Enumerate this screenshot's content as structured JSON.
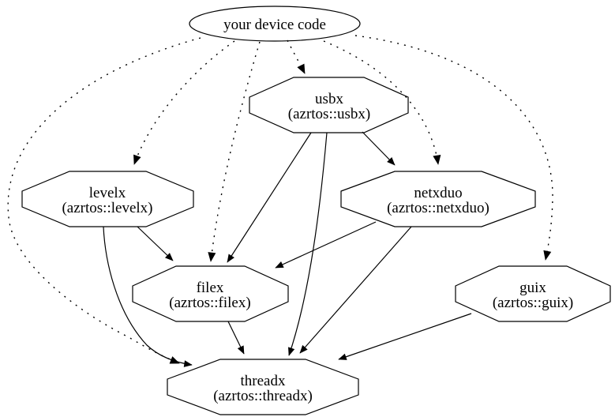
{
  "diagram": {
    "type": "dependency-graph",
    "background_color": "#ffffff",
    "line_color": "#000000",
    "nodes": {
      "device": {
        "label": "your device code",
        "shape": "ellipse"
      },
      "usbx": {
        "title": "usbx",
        "subtitle": "(azrtos::usbx)",
        "shape": "octagon"
      },
      "levelx": {
        "title": "levelx",
        "subtitle": "(azrtos::levelx)",
        "shape": "octagon"
      },
      "netxduo": {
        "title": "netxduo",
        "subtitle": "(azrtos::netxduo)",
        "shape": "octagon"
      },
      "filex": {
        "title": "filex",
        "subtitle": "(azrtos::filex)",
        "shape": "octagon"
      },
      "guix": {
        "title": "guix",
        "subtitle": "(azrtos::guix)",
        "shape": "octagon"
      },
      "threadx": {
        "title": "threadx",
        "subtitle": "(azrtos::threadx)",
        "shape": "octagon"
      }
    },
    "edges": [
      {
        "from": "your device code",
        "to": "usbx",
        "style": "dotted"
      },
      {
        "from": "your device code",
        "to": "levelx",
        "style": "dotted"
      },
      {
        "from": "your device code",
        "to": "filex",
        "style": "dotted"
      },
      {
        "from": "your device code",
        "to": "netxduo",
        "style": "dotted"
      },
      {
        "from": "your device code",
        "to": "guix",
        "style": "dotted"
      },
      {
        "from": "your device code",
        "to": "threadx",
        "style": "dotted"
      },
      {
        "from": "usbx",
        "to": "netxduo",
        "style": "solid"
      },
      {
        "from": "usbx",
        "to": "filex",
        "style": "solid"
      },
      {
        "from": "usbx",
        "to": "threadx",
        "style": "solid"
      },
      {
        "from": "levelx",
        "to": "filex",
        "style": "solid"
      },
      {
        "from": "levelx",
        "to": "threadx",
        "style": "solid"
      },
      {
        "from": "netxduo",
        "to": "filex",
        "style": "solid"
      },
      {
        "from": "netxduo",
        "to": "threadx",
        "style": "solid"
      },
      {
        "from": "filex",
        "to": "threadx",
        "style": "solid"
      },
      {
        "from": "guix",
        "to": "threadx",
        "style": "solid"
      }
    ]
  }
}
